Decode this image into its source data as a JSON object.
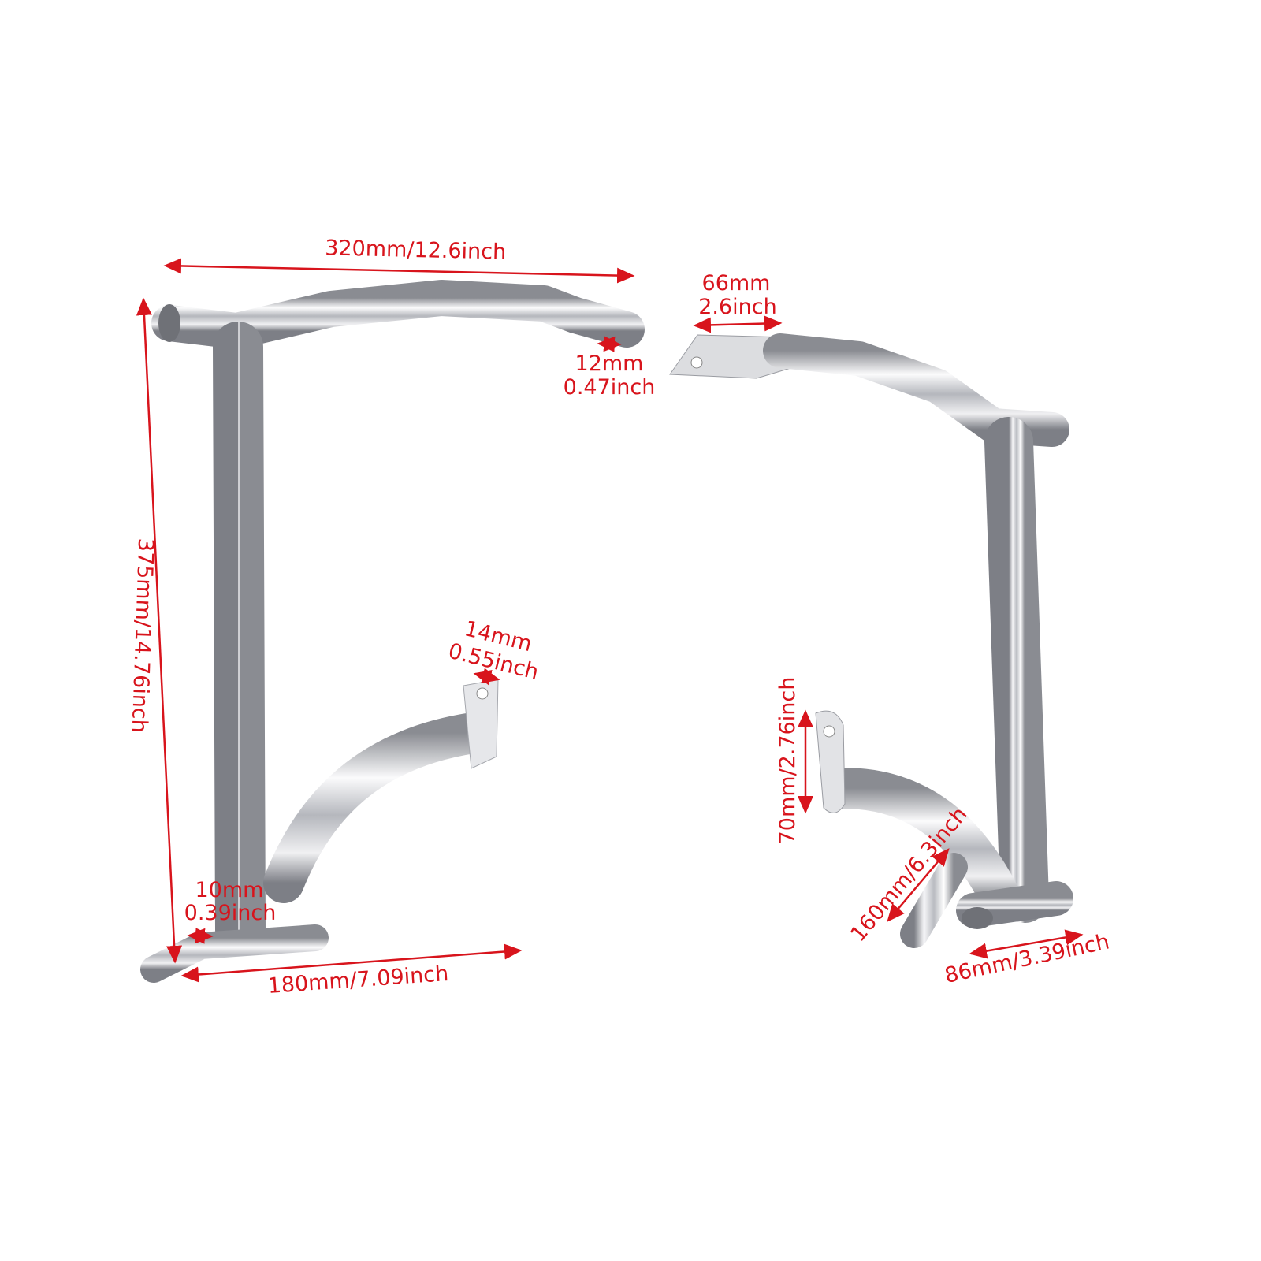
{
  "colors": {
    "dimension_red": "#d8141c",
    "chrome_light": "#f4f4f6",
    "chrome_dark": "#8a8c92"
  },
  "left_bar": {
    "top_width": "320mm/12.6inch",
    "height": "375mm/14.76inch",
    "tab_hole_top": [
      "12mm",
      "0.47inch"
    ],
    "bracket_hole": [
      "14mm",
      "0.55inch"
    ],
    "foot_diameter": [
      "10mm",
      "0.39inch"
    ],
    "bottom_width": "180mm/7.09inch"
  },
  "right_bar": {
    "mount_plate": [
      "66mm",
      "2.6inch"
    ],
    "bracket_height": "70mm/2.76inch",
    "lower_arm": "160mm/6.3inch",
    "foot_width": "86mm/3.39inch"
  }
}
